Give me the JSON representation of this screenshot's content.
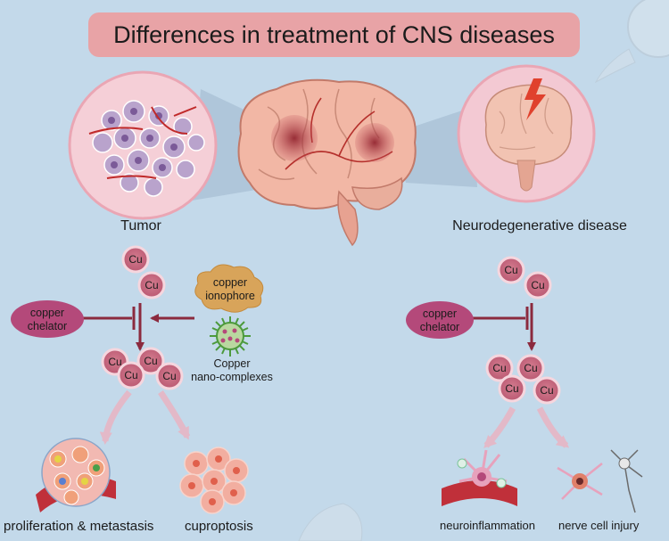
{
  "title": "Differences in treatment of CNS diseases",
  "left": {
    "label": "Tumor",
    "ion_label": "Cu",
    "chelator_line1": "copper",
    "chelator_line2": "chelator",
    "ionophore_line1": "copper",
    "ionophore_line2": "ionophore",
    "nano_line1": "Copper",
    "nano_line2": "nano-complexes",
    "outcome1": "proliferation & metastasis",
    "outcome2": "cuproptosis"
  },
  "right": {
    "label": "Neurodegenerative disease",
    "ion_label": "Cu",
    "chelator_line1": "copper",
    "chelator_line2": "chelator",
    "outcome1": "neuroinflammation",
    "outcome2": "nerve cell injury"
  },
  "colors": {
    "background": "#c3d9ea",
    "title_banner": "#e8a3a6",
    "arrow": "#8b2a3e",
    "chelator": "#b4497a",
    "ionophore": "#d8a45a",
    "cu_ion": "#c86e82"
  }
}
